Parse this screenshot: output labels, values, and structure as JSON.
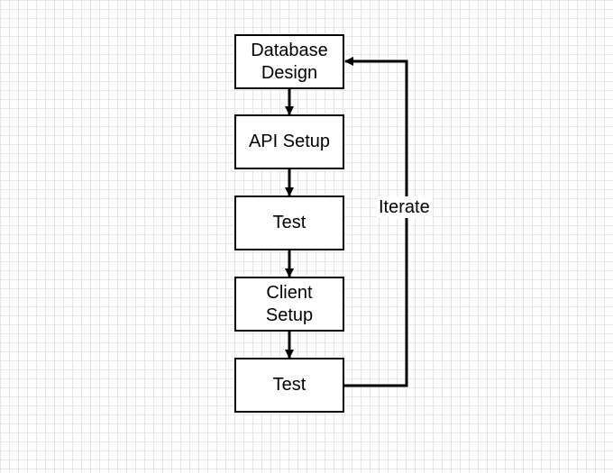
{
  "diagram": {
    "nodes": [
      {
        "id": "database-design",
        "label": "Database\nDesign"
      },
      {
        "id": "api-setup",
        "label": "API Setup"
      },
      {
        "id": "test-1",
        "label": "Test"
      },
      {
        "id": "client-setup",
        "label": "Client\nSetup"
      },
      {
        "id": "test-2",
        "label": "Test"
      }
    ],
    "edges": [
      {
        "from": "database-design",
        "to": "api-setup"
      },
      {
        "from": "api-setup",
        "to": "test-1"
      },
      {
        "from": "test-1",
        "to": "client-setup"
      },
      {
        "from": "client-setup",
        "to": "test-2"
      },
      {
        "from": "test-2",
        "to": "database-design",
        "label": "Iterate"
      }
    ],
    "colors": {
      "stroke": "#000000",
      "fill": "#ffffff",
      "grid": "#e6e6e6"
    }
  }
}
